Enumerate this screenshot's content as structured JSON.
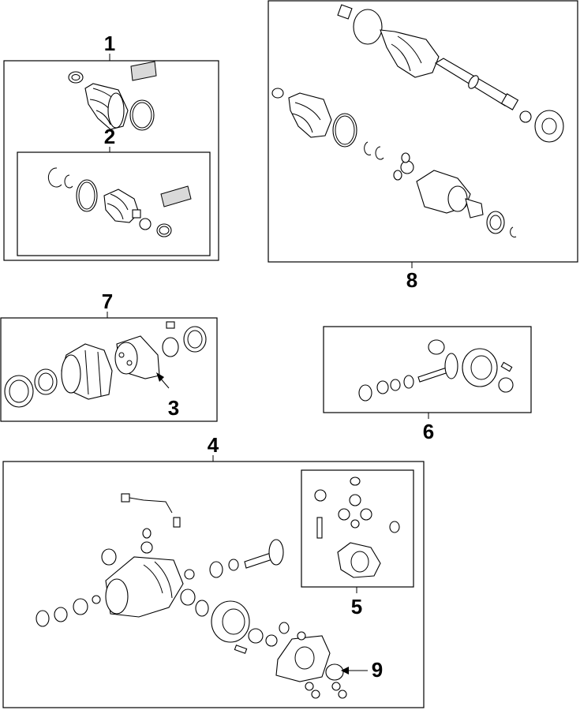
{
  "callouts": {
    "c1": "1",
    "c2": "2",
    "c3": "3",
    "c4": "4",
    "c5": "5",
    "c6": "6",
    "c7": "7",
    "c8": "8",
    "c9": "9"
  },
  "colors": {
    "line": "#000000",
    "background": "#ffffff",
    "shade": "#d9d9d9"
  }
}
